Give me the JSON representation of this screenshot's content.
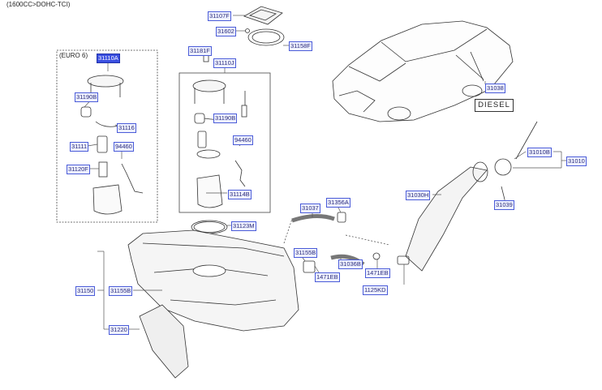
{
  "header": {
    "engine": "(1600CC>DOHC-TCI)"
  },
  "euro_box": {
    "title": "(EURO 6)"
  },
  "diesel_label": "DIESEL",
  "parts": {
    "p31107F": "31107F",
    "p31602": "31602",
    "p31158F": "31158F",
    "p31181F": "31181F",
    "p31110J": "31110J",
    "p31110A": "31110A",
    "p31190B_l": "31190B",
    "p31116": "31116",
    "p31111": "31111",
    "p94460_l": "94460",
    "p31120F": "31120F",
    "p31190B_r": "31190B",
    "p94460_r": "94460",
    "p31114B": "31114B",
    "p31123M": "31123M",
    "p31038": "31038",
    "p31010B": "31010B",
    "p31010": "31010",
    "p31030H": "31030H",
    "p31039": "31039",
    "p31037": "31037",
    "p31356A": "31356A",
    "p31155B_r": "31155B",
    "p31036B": "31036B",
    "p1471EB_a": "1471EB",
    "p1471EB_b": "1471EB",
    "p1125KD": "1125KD",
    "p31150": "31150",
    "p31155B_l": "31155B",
    "p31220": "31220"
  },
  "colors": {
    "label_border": "#4a5bd8",
    "label_fill": "#eef1ff",
    "label_highlight": "#3a4fe0",
    "line": "#333333"
  }
}
